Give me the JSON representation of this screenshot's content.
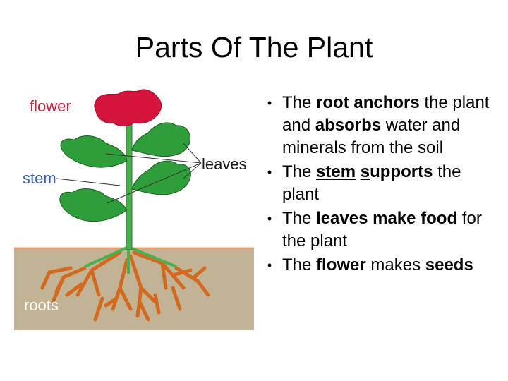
{
  "slide": {
    "title": "Parts Of The Plant"
  },
  "diagram": {
    "labels": {
      "flower": "flower",
      "leaves": "leaves",
      "stem": "stem",
      "roots": "roots"
    },
    "colors": {
      "flower": "#d4143c",
      "leaf": "#2e9e3a",
      "stem": "#4caf50",
      "soil": "#c2b394",
      "roots": "#d2691e",
      "flower_label": "#c8223c",
      "leaves_label": "#1a1a1a",
      "stem_label": "#3b5ea6",
      "roots_label": "#ffffff"
    }
  },
  "bullets": [
    {
      "parts": [
        {
          "text": "The ",
          "style": "normal"
        },
        {
          "text": "root anchors",
          "style": "bold"
        },
        {
          "text": " the plant and ",
          "style": "normal"
        },
        {
          "text": "absorbs",
          "style": "bold"
        },
        {
          "text": " water and minerals from the soil",
          "style": "normal"
        }
      ]
    },
    {
      "parts": [
        {
          "text": "The ",
          "style": "normal"
        },
        {
          "text": "stem",
          "style": "bold-underline"
        },
        {
          "text": " ",
          "style": "normal"
        },
        {
          "text": "supports",
          "style": "bold-underline-first"
        },
        {
          "text": " the plant",
          "style": "normal"
        }
      ]
    },
    {
      "parts": [
        {
          "text": "The ",
          "style": "normal"
        },
        {
          "text": "leaves make food",
          "style": "bold"
        },
        {
          "text": " for the plant",
          "style": "normal"
        }
      ]
    },
    {
      "parts": [
        {
          "text": "The ",
          "style": "normal"
        },
        {
          "text": "flower",
          "style": "bold"
        },
        {
          "text": " makes ",
          "style": "normal"
        },
        {
          "text": "seeds",
          "style": "bold"
        }
      ]
    }
  ]
}
